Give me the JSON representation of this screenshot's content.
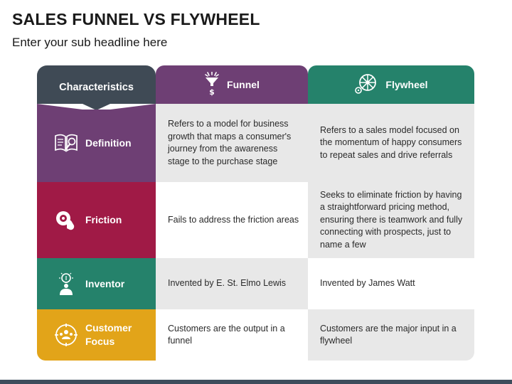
{
  "title": "SALES FUNNEL VS FLYWHEEL",
  "subtitle": "Enter your sub headline here",
  "header": {
    "characteristics": "Characteristics",
    "funnel": "Funnel",
    "flywheel": "Flywheel",
    "funnel_icon": "funnel-dollar-icon",
    "flywheel_icon": "flywheel-icon"
  },
  "colors": {
    "header_dark": "#3f4a55",
    "purple": "#6e3f74",
    "green": "#25826b",
    "crimson": "#a01a46",
    "amber": "#e2a419"
  },
  "rows": [
    {
      "label": "Definition",
      "icon": "book-magnifier-icon",
      "funnel": "Refers to a model for business growth that maps a consumer's journey from the awareness stage to the purchase stage",
      "flywheel": "Refers to a sales model focused on the momentum of happy consumers to repeat sales and drive referrals"
    },
    {
      "label": "Friction",
      "icon": "friction-hand-icon",
      "funnel": "Fails to address the friction areas",
      "flywheel": "Seeks to eliminate friction by having a straightforward pricing method, ensuring there is teamwork and fully connecting with prospects, just to name a few"
    },
    {
      "label": "Inventor",
      "icon": "lightbulb-person-icon",
      "funnel": "Invented by E. St. Elmo Lewis",
      "flywheel": "Invented by James Watt"
    },
    {
      "label": "Customer Focus",
      "icon": "customer-target-icon",
      "funnel": "Customers are the output in a funnel",
      "flywheel": "Customers are the major input in a flywheel"
    }
  ]
}
